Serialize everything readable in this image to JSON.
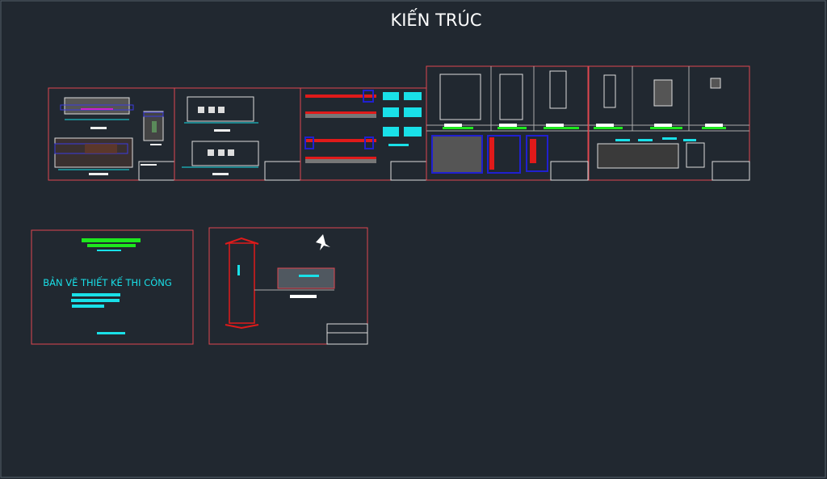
{
  "model_space": {
    "title": "KIẾN TRÚC",
    "cover_sheet": {
      "title": "BẢN VẼ THIẾT KẾ THI CÔNG"
    },
    "sheets": [
      {
        "name": "floor-plans"
      },
      {
        "name": "elevations"
      },
      {
        "name": "sections"
      },
      {
        "name": "door-details"
      },
      {
        "name": "window-details"
      },
      {
        "name": "cover"
      },
      {
        "name": "site-plan"
      }
    ]
  },
  "colors": {
    "background": "#212830",
    "sheet_frame": "#e0464f",
    "text_cyan": "#19e0e8",
    "text_green": "#1ee81e",
    "linework": "#e8e8e8",
    "hatch_red": "#e01a1a",
    "detail_blue": "#2020d0"
  }
}
